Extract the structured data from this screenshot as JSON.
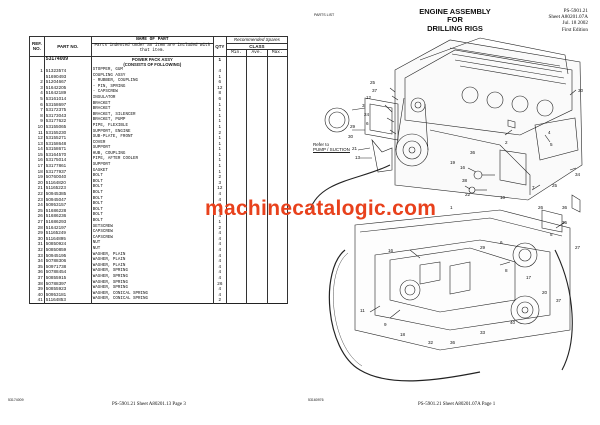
{
  "left_page": {
    "table_headers": {
      "ref_no": "REF. NO.",
      "part_no": "PART NO.",
      "name_of_part": "NAME OF PART",
      "indent_note": "Parts indented under an item are included with that item.",
      "qty": "QTY",
      "recommended_spares": "Recommended Spares",
      "class": "CLASS",
      "min": "Min.",
      "ave": "Ave.",
      "max": "Max."
    },
    "assembly_header": {
      "part_no": "53174009",
      "name_line1": "POWER PACK ASSY",
      "name_line2": "(CONSISTS OF FOLLOWING)",
      "qty": "1"
    },
    "rows": [
      {
        "ref": "1",
        "part": "51323574",
        "name": "STOPPER, GUM",
        "qty": "4"
      },
      {
        "ref": "",
        "part": "51690493",
        "name": "COUPLING ASSY",
        "qty": "1"
      },
      {
        "ref": "2",
        "part": "51204667",
        "name": "- RUBBER, COUPLING",
        "qty": "6"
      },
      {
        "ref": "3",
        "part": "51642205",
        "name": "- PIN, SPRING",
        "qty": "12"
      },
      {
        "ref": "4",
        "part": "51642189",
        "name": "- CAPSCREW",
        "qty": "8"
      },
      {
        "ref": "5",
        "part": "53161014",
        "name": "INSULATOR",
        "qty": "6"
      },
      {
        "ref": "6",
        "part": "53158697",
        "name": "BRACKET",
        "qty": "1"
      },
      {
        "ref": "7",
        "part": "53172375",
        "name": "BRACKET",
        "qty": "1"
      },
      {
        "ref": "8",
        "part": "53173043",
        "name": "BRACKET, SILENCER",
        "qty": "1"
      },
      {
        "ref": "9",
        "part": "53177622",
        "name": "BRACKET, PUMP",
        "qty": "1"
      },
      {
        "ref": "10",
        "part": "53155065",
        "name": "PIPE, FLEXIBLE",
        "qty": "1"
      },
      {
        "ref": "11",
        "part": "53155230",
        "name": "SUPPORT, ENGINE",
        "qty": "2"
      },
      {
        "ref": "12",
        "part": "53155271",
        "name": "SUB-PLATE, FRONT",
        "qty": "1"
      },
      {
        "ref": "13",
        "part": "53158648",
        "name": "COVER",
        "qty": "1"
      },
      {
        "ref": "14",
        "part": "53158671",
        "name": "SUPPORT",
        "qty": "1"
      },
      {
        "ref": "15",
        "part": "53164570",
        "name": "HUB, COUPLING",
        "qty": "1"
      },
      {
        "ref": "16",
        "part": "53175014",
        "name": "PIPE, AFTER COOLER",
        "qty": "1"
      },
      {
        "ref": "17",
        "part": "53177861",
        "name": "SUPPORT",
        "qty": "1"
      },
      {
        "ref": "18",
        "part": "53177937",
        "name": "GASKET",
        "qty": "1"
      },
      {
        "ref": "19",
        "part": "50760040",
        "name": "BOLT",
        "qty": "2"
      },
      {
        "ref": "20",
        "part": "51164820",
        "name": "BOLT",
        "qty": "3"
      },
      {
        "ref": "21",
        "part": "51165223",
        "name": "BOLT",
        "qty": "12"
      },
      {
        "ref": "22",
        "part": "50945385",
        "name": "BOLT",
        "qty": "4"
      },
      {
        "ref": "23",
        "part": "50945047",
        "name": "BOLT",
        "qty": "4"
      },
      {
        "ref": "24",
        "part": "50953157",
        "name": "BOLT",
        "qty": "4"
      },
      {
        "ref": "25",
        "part": "51686228",
        "name": "BOLT",
        "qty": "6"
      },
      {
        "ref": "26",
        "part": "51686236",
        "name": "BOLT",
        "qty": "4"
      },
      {
        "ref": "27",
        "part": "51686293",
        "name": "BOLT",
        "qty": "1"
      },
      {
        "ref": "28",
        "part": "51642197",
        "name": "SETSCREW",
        "qty": "2"
      },
      {
        "ref": "29",
        "part": "51165249",
        "name": "CAPSCREW",
        "qty": "4"
      },
      {
        "ref": "30",
        "part": "51164895",
        "name": "CAPSCREW",
        "qty": "4"
      },
      {
        "ref": "31",
        "part": "50850924",
        "name": "NUT",
        "qty": "4"
      },
      {
        "ref": "32",
        "part": "50850859",
        "name": "NUT",
        "qty": "4"
      },
      {
        "ref": "33",
        "part": "50945195",
        "name": "WASHER, PLAIN",
        "qty": "4"
      },
      {
        "ref": "34",
        "part": "50788306",
        "name": "WASHER, PLAIN",
        "qty": "4"
      },
      {
        "ref": "35",
        "part": "50971738",
        "name": "WASHER, PLAIN",
        "qty": "4"
      },
      {
        "ref": "36",
        "part": "50788454",
        "name": "WASHER, SPRING",
        "qty": "4"
      },
      {
        "ref": "37",
        "part": "50855915",
        "name": "WASHER, SPRING",
        "qty": "4"
      },
      {
        "ref": "38",
        "part": "50788397",
        "name": "WASHER, SPRING",
        "qty": "26"
      },
      {
        "ref": "39",
        "part": "50855923",
        "name": "WASHER, SPRING",
        "qty": "4"
      },
      {
        "ref": "40",
        "part": "50953181",
        "name": "WASHER, CONICAL SPRING",
        "qty": "4"
      },
      {
        "ref": "41",
        "part": "51164853",
        "name": "WASHER, CONICAL SPRING",
        "qty": "2"
      }
    ],
    "side_code": "53174009",
    "footer": "PS-5901.21  Sheet A80201.13   Page 3"
  },
  "right_page": {
    "corner_label": "PARTS LIST",
    "title_line1": "ENGINE ASSEMBLY",
    "title_line2": "FOR",
    "title_line3": "DRILLING RIGS",
    "doc_ref": "PS-5901.21",
    "sheet": "Sheet A80201.07A",
    "date": "Jul. 18 2002",
    "edition": "First Edition",
    "refer_note_line1": "Refer to",
    "refer_note_line2": "PUMP / SUCTION",
    "side_code": "53160976",
    "footer": "PS-5901.21  Sheet A80201.07A   Page 1",
    "callouts": [
      "25",
      "37",
      "12",
      "3",
      "24",
      "6",
      "29",
      "30",
      "21",
      "13",
      "36",
      "19",
      "2",
      "4",
      "5",
      "30",
      "16",
      "38",
      "22",
      "10",
      "7",
      "25",
      "34",
      "26",
      "36",
      "1",
      "6",
      "35",
      "27",
      "16",
      "11",
      "9",
      "18",
      "33",
      "8",
      "17",
      "20",
      "40",
      "36",
      "32",
      "37",
      "5",
      "29"
    ]
  },
  "watermark": "machinecatalogic.com"
}
